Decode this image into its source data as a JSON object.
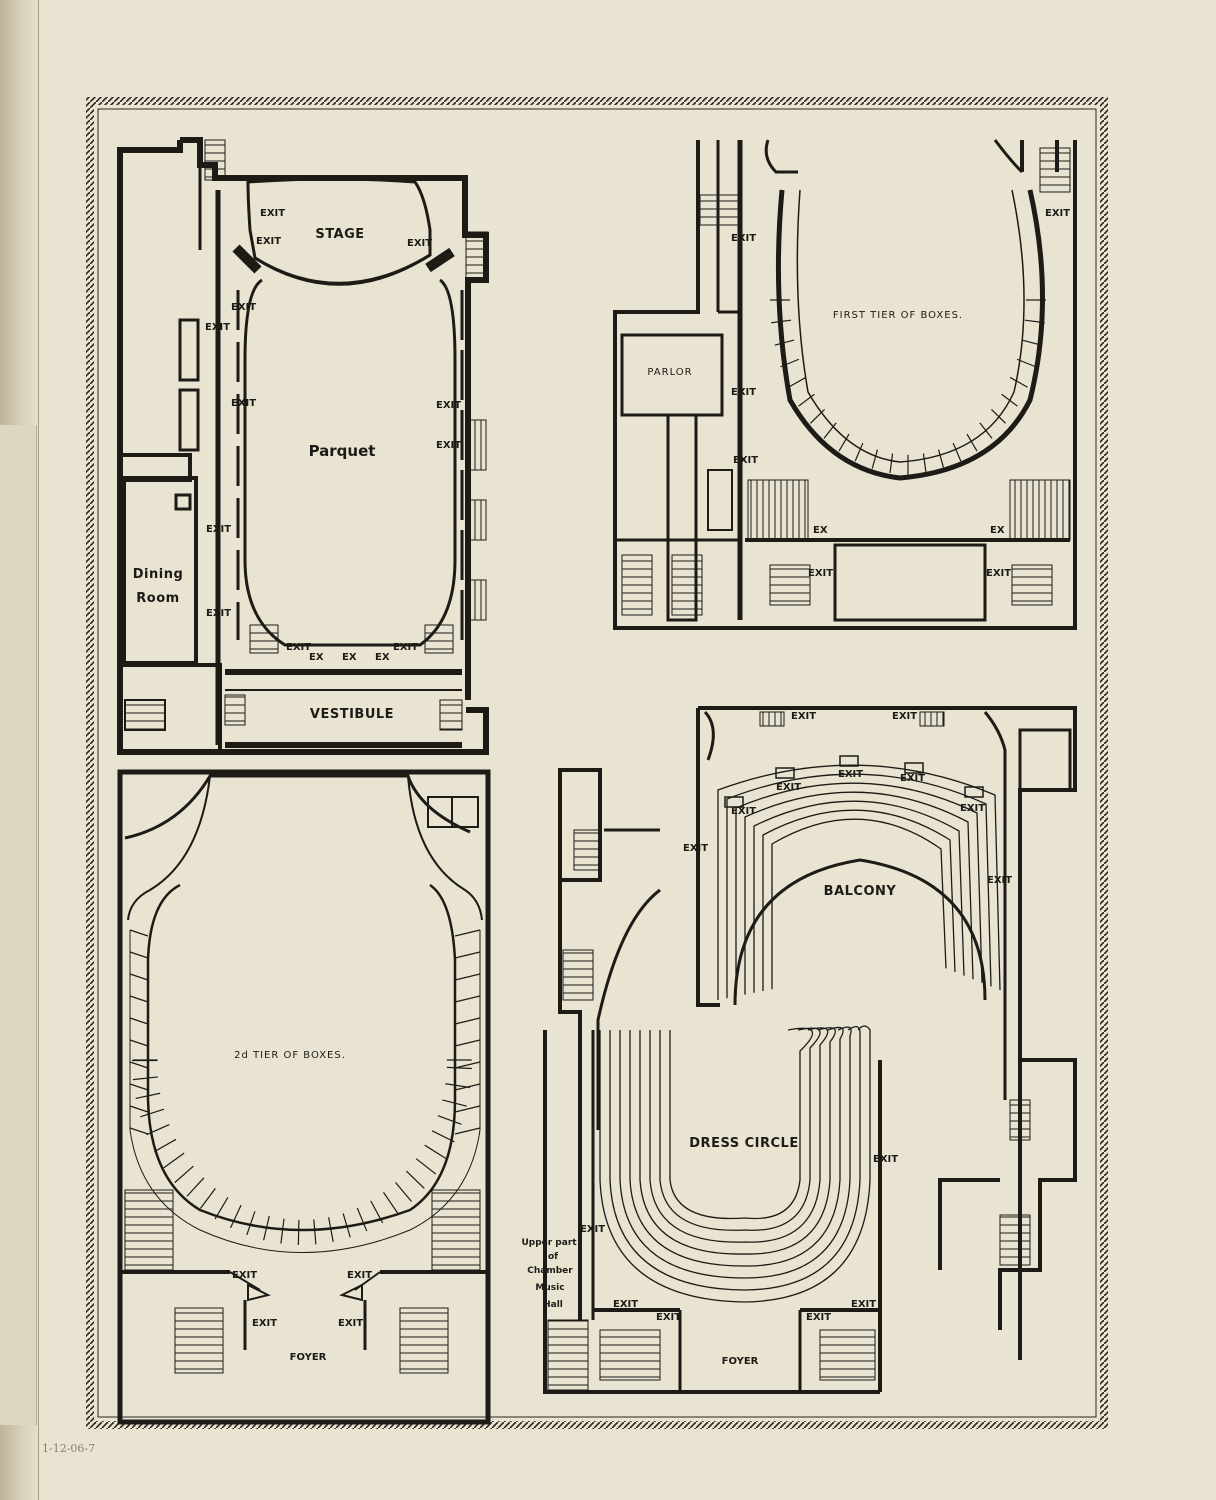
{
  "pencil_note": "1-12-06-7",
  "plans": {
    "parquet": {
      "title": "Parquet",
      "stage": "STAGE",
      "dining": [
        "Dining",
        "Room"
      ],
      "vestibule": "VESTIBULE",
      "exits": [
        "EXIT",
        "EXIT",
        "EXIT",
        "EXIT",
        "EXIT",
        "EXIT",
        "EXIT",
        "EXIT",
        "EXIT",
        "EXIT",
        "EXIT",
        "EXIT"
      ],
      "ex": [
        "EX",
        "EX",
        "EX"
      ]
    },
    "first_tier": {
      "title": "FIRST TIER OF BOXES.",
      "parlor": "PARLOR",
      "exits": [
        "EXIT",
        "EXIT",
        "EXIT",
        "EXIT",
        "EXIT",
        "EXIT"
      ],
      "ex": [
        "EX",
        "EX"
      ]
    },
    "second_tier": {
      "title": "2d TIER OF BOXES.",
      "foyer": "FOYER",
      "exits": [
        "EXIT",
        "EXIT",
        "EXIT",
        "EXIT"
      ]
    },
    "balcony": {
      "title": "BALCONY",
      "exits": [
        "EXIT",
        "EXIT",
        "EXIT",
        "EXIT",
        "EXIT",
        "EXIT",
        "EXIT",
        "EXIT"
      ]
    },
    "dress_circle": {
      "title": "DRESS CIRCLE",
      "foyer": "FOYER",
      "chamber": [
        "Upper part",
        "of",
        "Chamber",
        "Music",
        "Hall"
      ],
      "exits": [
        "EXIT",
        "EXIT",
        "EXIT",
        "EXIT",
        "EXIT",
        "EXIT",
        "EXIT"
      ]
    }
  }
}
